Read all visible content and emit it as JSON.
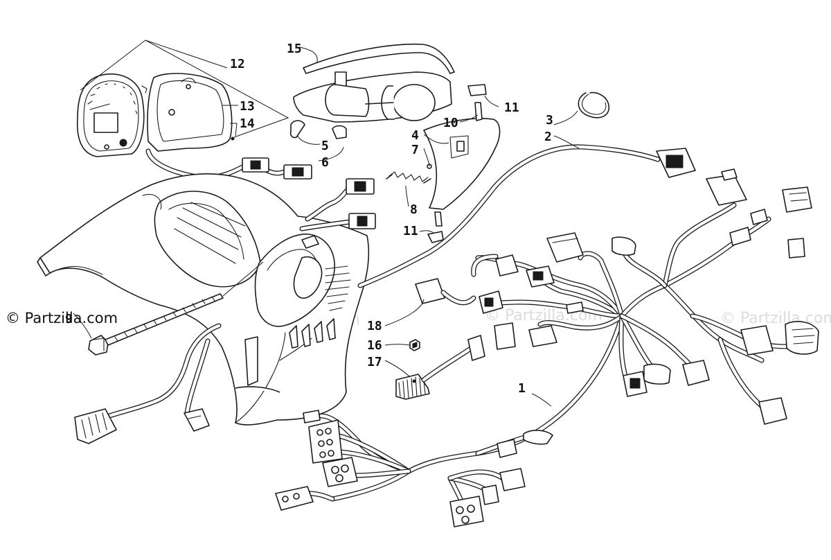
{
  "diagram": {
    "watermark": "© Partzilla.com",
    "ghost_watermark": "© Partzilla.com",
    "callouts": {
      "c1": "1",
      "c2": "2",
      "c3": "3",
      "c4": "4",
      "c5": "5",
      "c6": "6",
      "c7": "7",
      "c8": "8",
      "c9": "9",
      "c10": "10",
      "c11a": "11",
      "c11b": "11",
      "c12": "12",
      "c13": "13",
      "c14": "14",
      "c15": "15",
      "c16": "16",
      "c17": "17",
      "c18": "18"
    }
  }
}
